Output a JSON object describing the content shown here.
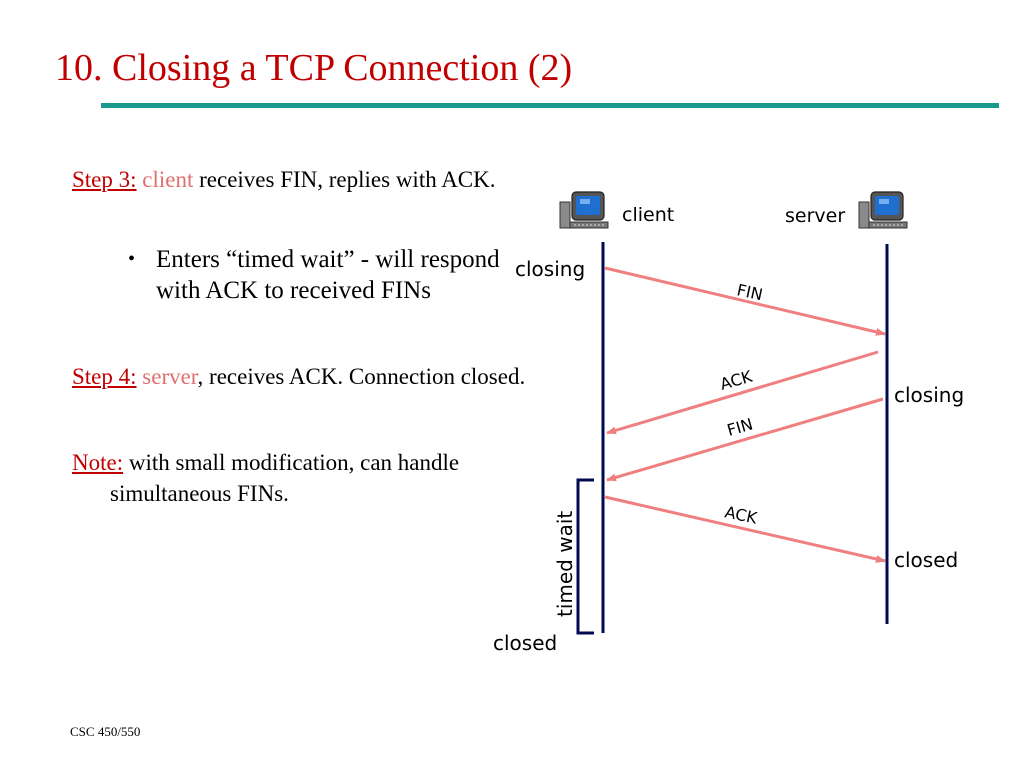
{
  "title": "10. Closing a TCP Connection (2)",
  "colors": {
    "title": "#c00000",
    "rule": "#1a9a8c",
    "accent": "#e07070",
    "arrow": "#f07f7f",
    "timeline": "#000a50"
  },
  "step3": {
    "lead": "Step 3:",
    "actor": "client",
    "text": " receives FIN, replies with ACK."
  },
  "bullet": {
    "marker": "•",
    "text": "Enters “timed wait” - will respond with ACK to received FINs"
  },
  "step4": {
    "lead": "Step 4:",
    "actor": "server",
    "text": ", receives ACK. Connection closed."
  },
  "note": {
    "lead": "Note:",
    "text": " with small modification, can handle simultaneous FINs."
  },
  "diagram": {
    "client_label": "client",
    "server_label": "server",
    "client_icon": "computer-icon",
    "server_icon": "computer-icon",
    "client_closing": "closing",
    "server_closing": "closing",
    "server_closed": "closed",
    "client_closed": "closed",
    "timed_wait": "timed wait",
    "messages": [
      "FIN",
      "ACK",
      "FIN",
      "ACK"
    ]
  },
  "footer": "CSC 450/550"
}
